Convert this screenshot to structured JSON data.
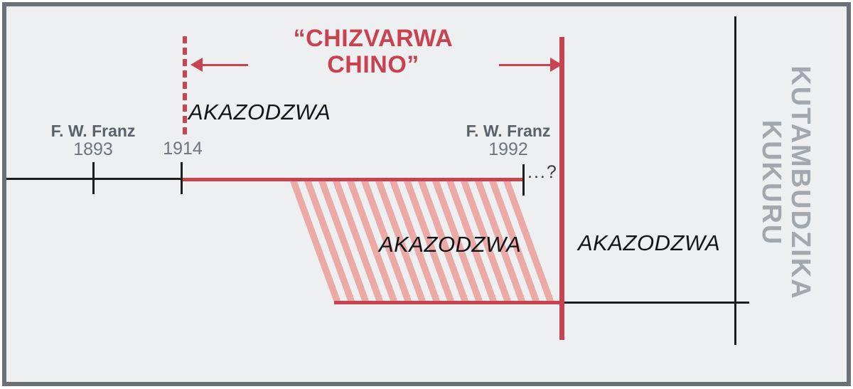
{
  "title": {
    "line1": "“CHIZVARWA",
    "line2": "CHINO”"
  },
  "events": {
    "franz1893": {
      "name": "F. W. Franz",
      "year": "1893"
    },
    "y1914": {
      "year": "1914"
    },
    "franz1992": {
      "name": "F. W. Franz",
      "year": "1992"
    },
    "continuation": "...?"
  },
  "akazodzwa": {
    "left": "AKAZODZWA",
    "band": "AKAZODZWA",
    "right": "AKAZODZWA"
  },
  "kutambudzika": {
    "line1": "KUTAMBUDZIKA",
    "line2": "KUKURU"
  },
  "colors": {
    "accent_red": "#c8424f",
    "stripe_pink": "#ecaaa6",
    "line_black": "#1d1e20",
    "label_gray": "#5a616a",
    "year_gray": "#6f757e",
    "watermark_gray": "#a3a8ae",
    "frame_border": "#6b7176",
    "background": "#edeff1"
  }
}
